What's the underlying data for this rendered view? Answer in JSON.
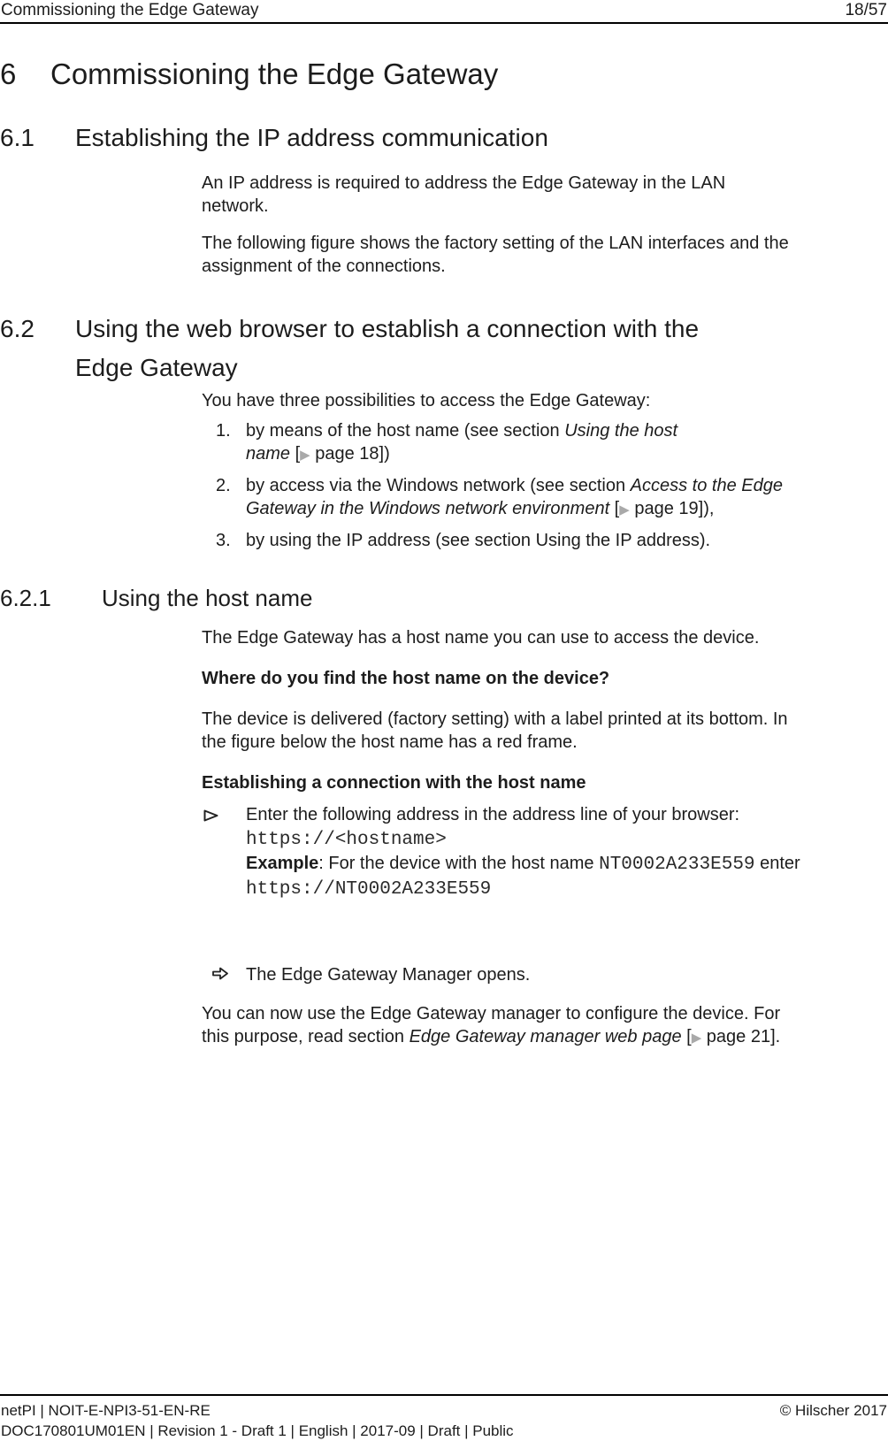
{
  "header": {
    "title": "Commissioning the Edge Gateway",
    "page_number": "18/57"
  },
  "h1": {
    "number": "6",
    "title": "Commissioning the Edge Gateway"
  },
  "s61": {
    "number": "6.1",
    "title": "Establishing the IP address communication",
    "p1": [
      {
        "text": "An IP address is required to address the Edge Gateway in the LAN"
      },
      {
        "br": true
      },
      {
        "text": "network."
      }
    ],
    "p2": [
      {
        "text": "The following figure shows the factory setting of the LAN interfaces and the"
      },
      {
        "br": true
      },
      {
        "text": "assignment of the connections."
      }
    ]
  },
  "s62": {
    "number": "6.2",
    "title": [
      {
        "text": "Using the web browser to establish a connection with the"
      },
      {
        "br": true
      },
      {
        "text": "Edge Gateway"
      }
    ],
    "intro": "You have three possibilities to access the Edge Gateway:",
    "items": [
      {
        "num": "1.",
        "runs": [
          {
            "text": "by means of the host name (see section "
          },
          {
            "text": "Using the host",
            "style": "italic"
          },
          {
            "br": true
          },
          {
            "text": "name",
            "style": "italic"
          },
          {
            "text": " ["
          },
          {
            "text": "▶",
            "style": "arrow",
            "name": "page-ref-arrow-icon",
            "interactable": true
          },
          {
            "text": " page 18]",
            "name": "page-ref-link",
            "interactable": true
          },
          {
            "text": ")"
          }
        ]
      },
      {
        "num": "2.",
        "runs": [
          {
            "text": "by access via the Windows network (see section "
          },
          {
            "text": "Access to the Edge",
            "style": "italic"
          },
          {
            "br": true
          },
          {
            "text": "Gateway in the Windows network environment",
            "style": "italic"
          },
          {
            "text": " ["
          },
          {
            "text": "▶",
            "style": "arrow",
            "name": "page-ref-arrow-icon",
            "interactable": true
          },
          {
            "text": " page 19]",
            "name": "page-ref-link",
            "interactable": true
          },
          {
            "text": "),"
          }
        ]
      },
      {
        "num": "3.",
        "runs": [
          {
            "text": "by using the IP address (see section Using the IP address)."
          }
        ]
      }
    ]
  },
  "s621": {
    "number": "6.2.1",
    "title": "Using the host name",
    "p1": "The Edge Gateway has a host name you can use to access the device.",
    "question_head": "Where do you find the host name on the device?",
    "p2": [
      {
        "text": "The device is delivered (factory setting) with a label printed at its bottom. In"
      },
      {
        "br": true
      },
      {
        "text": "the figure below the host name has a red frame."
      }
    ],
    "connect_head": "Establishing a connection with the host name",
    "action_runs": [
      {
        "text": "Enter the following address in the address line of your browser:"
      },
      {
        "br": true
      },
      {
        "text": "https://<hostname>",
        "style": "mono"
      },
      {
        "br": true
      },
      {
        "text": "Example",
        "style": "bold"
      },
      {
        "text": ": For the device with the host name "
      },
      {
        "text": "NT0002A233E559",
        "style": "mono"
      },
      {
        "text": " enter"
      },
      {
        "br": true
      },
      {
        "text": "https://NT0002A233E559",
        "style": "mono"
      }
    ],
    "result_text": "The Edge Gateway Manager opens.",
    "closing_runs": [
      {
        "text": "You can now use the Edge Gateway manager to configure the device. For"
      },
      {
        "br": true
      },
      {
        "text": "this purpose, read section "
      },
      {
        "text": "Edge Gateway manager web page",
        "style": "italic"
      },
      {
        "text": " ["
      },
      {
        "text": "▶",
        "style": "arrow",
        "name": "page-ref-arrow-icon",
        "interactable": true
      },
      {
        "text": " page 21]",
        "name": "page-ref-link",
        "interactable": true
      },
      {
        "text": "."
      }
    ]
  },
  "footer": {
    "left_line1": "netPI | NOIT-E-NPI3-51-EN-RE",
    "right_line1": "© Hilscher 2017",
    "left_line2": "DOC170801UM01EN | Revision 1 - Draft 1 | English | 2017-09 | Draft | Public"
  },
  "colors": {
    "text": "#1c1c1c",
    "ref_arrow": "#a9a9a9",
    "rule": "#000000"
  }
}
